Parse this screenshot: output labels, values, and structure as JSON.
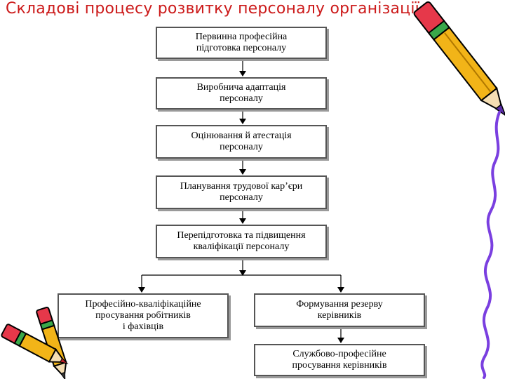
{
  "title": "Складові процесу розвитку персоналу організації",
  "diagram": {
    "nodes": [
      {
        "id": "initial-training",
        "lines": [
          "Первинна професійна",
          "підготовка персоналу"
        ]
      },
      {
        "id": "adaptation",
        "lines": [
          "Виробнича адаптація",
          "персоналу"
        ]
      },
      {
        "id": "assessment",
        "lines": [
          "Оцінювання й атестація",
          "персоналу"
        ]
      },
      {
        "id": "career-planning",
        "lines": [
          "Планування трудової кар’єри",
          "персоналу"
        ]
      },
      {
        "id": "retraining",
        "lines": [
          "Перепідготовка та підвищення",
          "кваліфікації персоналу"
        ]
      },
      {
        "id": "worker-promotion",
        "lines": [
          "Професійно-кваліфікаційне",
          "просування робітників",
          "і фахівців"
        ]
      },
      {
        "id": "reserve-formation",
        "lines": [
          "Формування резерву",
          "керівників"
        ]
      },
      {
        "id": "manager-promotion",
        "lines": [
          "Службово-професійне",
          "просування керівників"
        ]
      }
    ],
    "edges": [
      [
        "initial-training",
        "adaptation"
      ],
      [
        "adaptation",
        "assessment"
      ],
      [
        "assessment",
        "career-planning"
      ],
      [
        "career-planning",
        "retraining"
      ],
      [
        "retraining",
        "worker-promotion"
      ],
      [
        "retraining",
        "reserve-formation"
      ],
      [
        "reserve-formation",
        "manager-promotion"
      ]
    ]
  },
  "decorations": [
    "pencil-icon",
    "pencil-icon",
    "pencil-icon",
    "squiggle-line"
  ],
  "colors": {
    "title": "#cc1a1a",
    "box_border": "#555555",
    "shadow": "#9a9a9a",
    "pencil_body": "#f2b418",
    "squiggle": "#7a3fe0"
  }
}
